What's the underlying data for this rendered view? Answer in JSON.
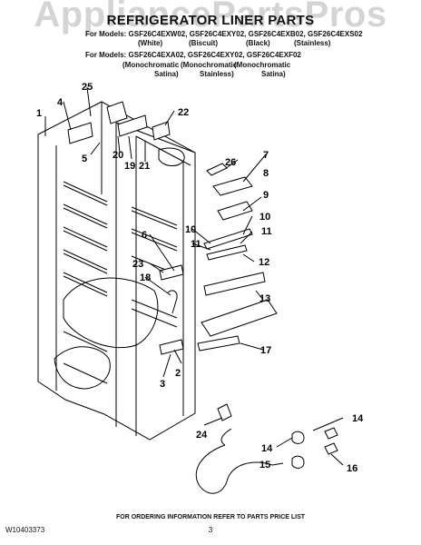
{
  "watermark": "AppliancePartsPros",
  "header": {
    "title": "REFRIGERATOR LINER PARTS",
    "models_line1": "For Models: GSF26C4EXW02, GSF26C4EXY02, GSF26C4EXB02, GSF26C4EXS02",
    "finishes_line1": [
      "(White)",
      "(Biscuit)",
      "(Black)",
      "(Stainless)"
    ],
    "models_line2": "For Models: GSF26C4EXA02, GSF26C4EXY02, GSF26C4EXF02",
    "finishes_line2_a": [
      "(Monochromatic",
      "(Monochromatic",
      "(Monochromatic"
    ],
    "finishes_line2_b": [
      "Satina)",
      "Stainless)",
      "Satina)"
    ]
  },
  "callouts": [
    "1",
    "25",
    "4",
    "22",
    "5",
    "20",
    "19",
    "21",
    "26",
    "7",
    "8",
    "9",
    "10",
    "10",
    "11",
    "11",
    "12",
    "6",
    "23",
    "18",
    "13",
    "17",
    "2",
    "3",
    "24",
    "14",
    "14",
    "16",
    "15"
  ],
  "footer": {
    "doc_number": "W10403373",
    "ordering_note": "FOR ORDERING INFORMATION REFER TO PARTS PRICE LIST",
    "page": "3"
  }
}
